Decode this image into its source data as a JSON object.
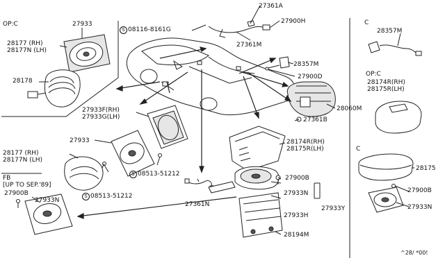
{
  "sections": {
    "op_c_left": "OP:C",
    "c_top_right": "C",
    "op_c_right": "OP:C",
    "c_mid_right": "C",
    "fb": "FB",
    "fb_note": "[UP TO SEP.'89]"
  },
  "screw_symbol": "S",
  "labels": {
    "p27933_top": "27933",
    "p28177_rh_top": "28177 (RH)",
    "p28177n_lh_top": "28177N (LH)",
    "p28178": "28178",
    "p08116": "08116-8161G",
    "p27361a": "27361A",
    "p27900h": "27900H",
    "p27361m": "27361M",
    "p28357m_mid": "28357M",
    "p27900d": "27900D",
    "p28060m": "28060M",
    "p27361b": "27361B",
    "p27933f": "27933F(RH)",
    "p27933g": "27933G(LH)",
    "p27933_mid": "27933",
    "p28177_rh_mid": "28177 (RH)",
    "p28177n_lh_mid": "28177N (LH)",
    "p08513_a": "08513-51212",
    "p08513_b": "08513-51212",
    "p28174r_mid": "28174R(RH)",
    "p28175r_mid": "28175R(LH)",
    "p27361n": "27361N",
    "p27900b_mid": "27900B",
    "p27933n_mid": "27933N",
    "p27933y": "27933Y",
    "p27933h": "27933H",
    "p28194m": "28194M",
    "p28357m_right": "28357M",
    "p28174r_right": "28174R(RH)",
    "p28175r_right": "28175R(LH)",
    "p28175": "28175",
    "p27900b_right": "27900B",
    "p27933n_right": "27933N",
    "p27900b_fb": "27900B",
    "p27933n_fb": "27933N",
    "ref_code": "^28/ *00!"
  }
}
